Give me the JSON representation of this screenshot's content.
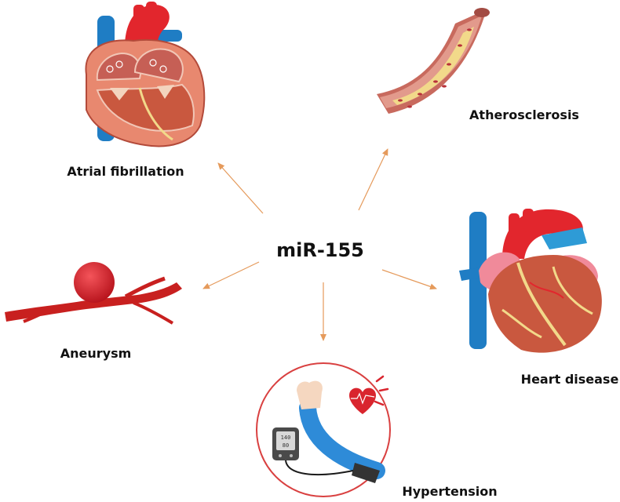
{
  "center": {
    "label": "miR-155"
  },
  "nodes": [
    {
      "id": "atrial-fibrillation",
      "label": "Atrial fibrillation"
    },
    {
      "id": "atherosclerosis",
      "label": "Atherosclerosis"
    },
    {
      "id": "heart-disease",
      "label": "Heart disease"
    },
    {
      "id": "hypertension",
      "label": "Hypertension"
    },
    {
      "id": "aneurysm",
      "label": "Aneurysm"
    }
  ],
  "monitor": {
    "line1": "140",
    "line2": "80"
  },
  "colors": {
    "arrow": "#E59A5B",
    "heart_red": "#D9252E",
    "heart_muscle": "#C9583F",
    "vein_blue": "#1F7DC4",
    "artery_red": "#E2262D",
    "vessel_wall": "#C86A5E",
    "plaque": "#F2D98A",
    "ring": "#D94040",
    "arm_blue": "#2E8BD8"
  },
  "icons": [
    "heart-cross-section-icon",
    "artery-plaque-icon",
    "heart-icon",
    "blood-pressure-icon",
    "aneurysm-vessel-icon"
  ]
}
